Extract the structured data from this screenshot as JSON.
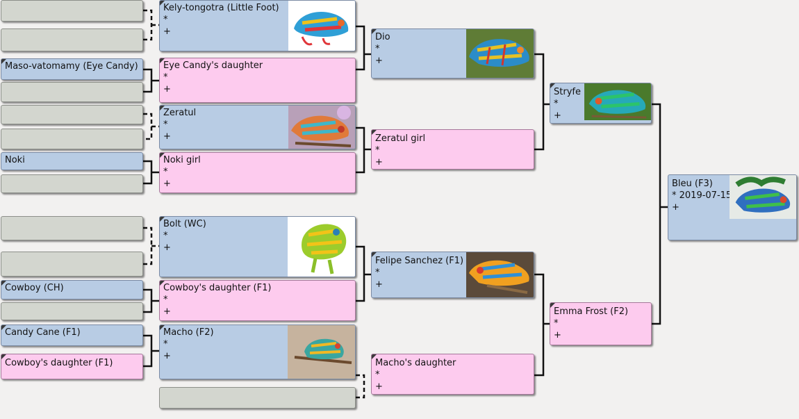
{
  "colors": {
    "male": "#b8cce4",
    "female": "#fdcbee",
    "empty": "#d3d6cf",
    "line": "#111111"
  },
  "individuals": {
    "kely": {
      "name": "Kely-tongotra (Little Foot)",
      "birth": "*",
      "death": "+"
    },
    "eye_candy": {
      "name": "Maso-vatomamy (Eye Candy)"
    },
    "eye_candy_daughter": {
      "name": "Eye Candy's daughter",
      "birth": "*",
      "death": "+"
    },
    "zeratul": {
      "name": "Zeratul",
      "birth": "*",
      "death": "+"
    },
    "noki": {
      "name": "Noki"
    },
    "noki_girl": {
      "name": "Noki girl",
      "birth": "*",
      "death": "+"
    },
    "dio": {
      "name": "Dio",
      "birth": "*",
      "death": "+"
    },
    "zeratul_girl": {
      "name": "Zeratul girl",
      "birth": "*",
      "death": "+"
    },
    "stryfe": {
      "name": "Stryfe",
      "birth": "*",
      "death": "+"
    },
    "bleu": {
      "name": "Bleu (F3)",
      "birth": "* 2019-07-15",
      "death": "+"
    },
    "bolt": {
      "name": "Bolt (WC)",
      "birth": "*",
      "death": "+"
    },
    "cowboy": {
      "name": "Cowboy (CH)"
    },
    "cowboy_daughter_1": {
      "name": "Cowboy's daughter (F1)",
      "birth": "*",
      "death": "+"
    },
    "candy_cane": {
      "name": "Candy Cane (F1)"
    },
    "cowboy_daughter_2": {
      "name": "Cowboy's daughter (F1)"
    },
    "macho": {
      "name": "Macho (F2)",
      "birth": "*",
      "death": "+"
    },
    "felipe": {
      "name": "Felipe Sanchez (F1)",
      "birth": "*",
      "death": "+"
    },
    "macho_daughter": {
      "name": "Macho's daughter",
      "birth": "*",
      "death": "+"
    },
    "emma": {
      "name": "Emma Frost (F2)",
      "birth": "*",
      "death": "+"
    }
  }
}
